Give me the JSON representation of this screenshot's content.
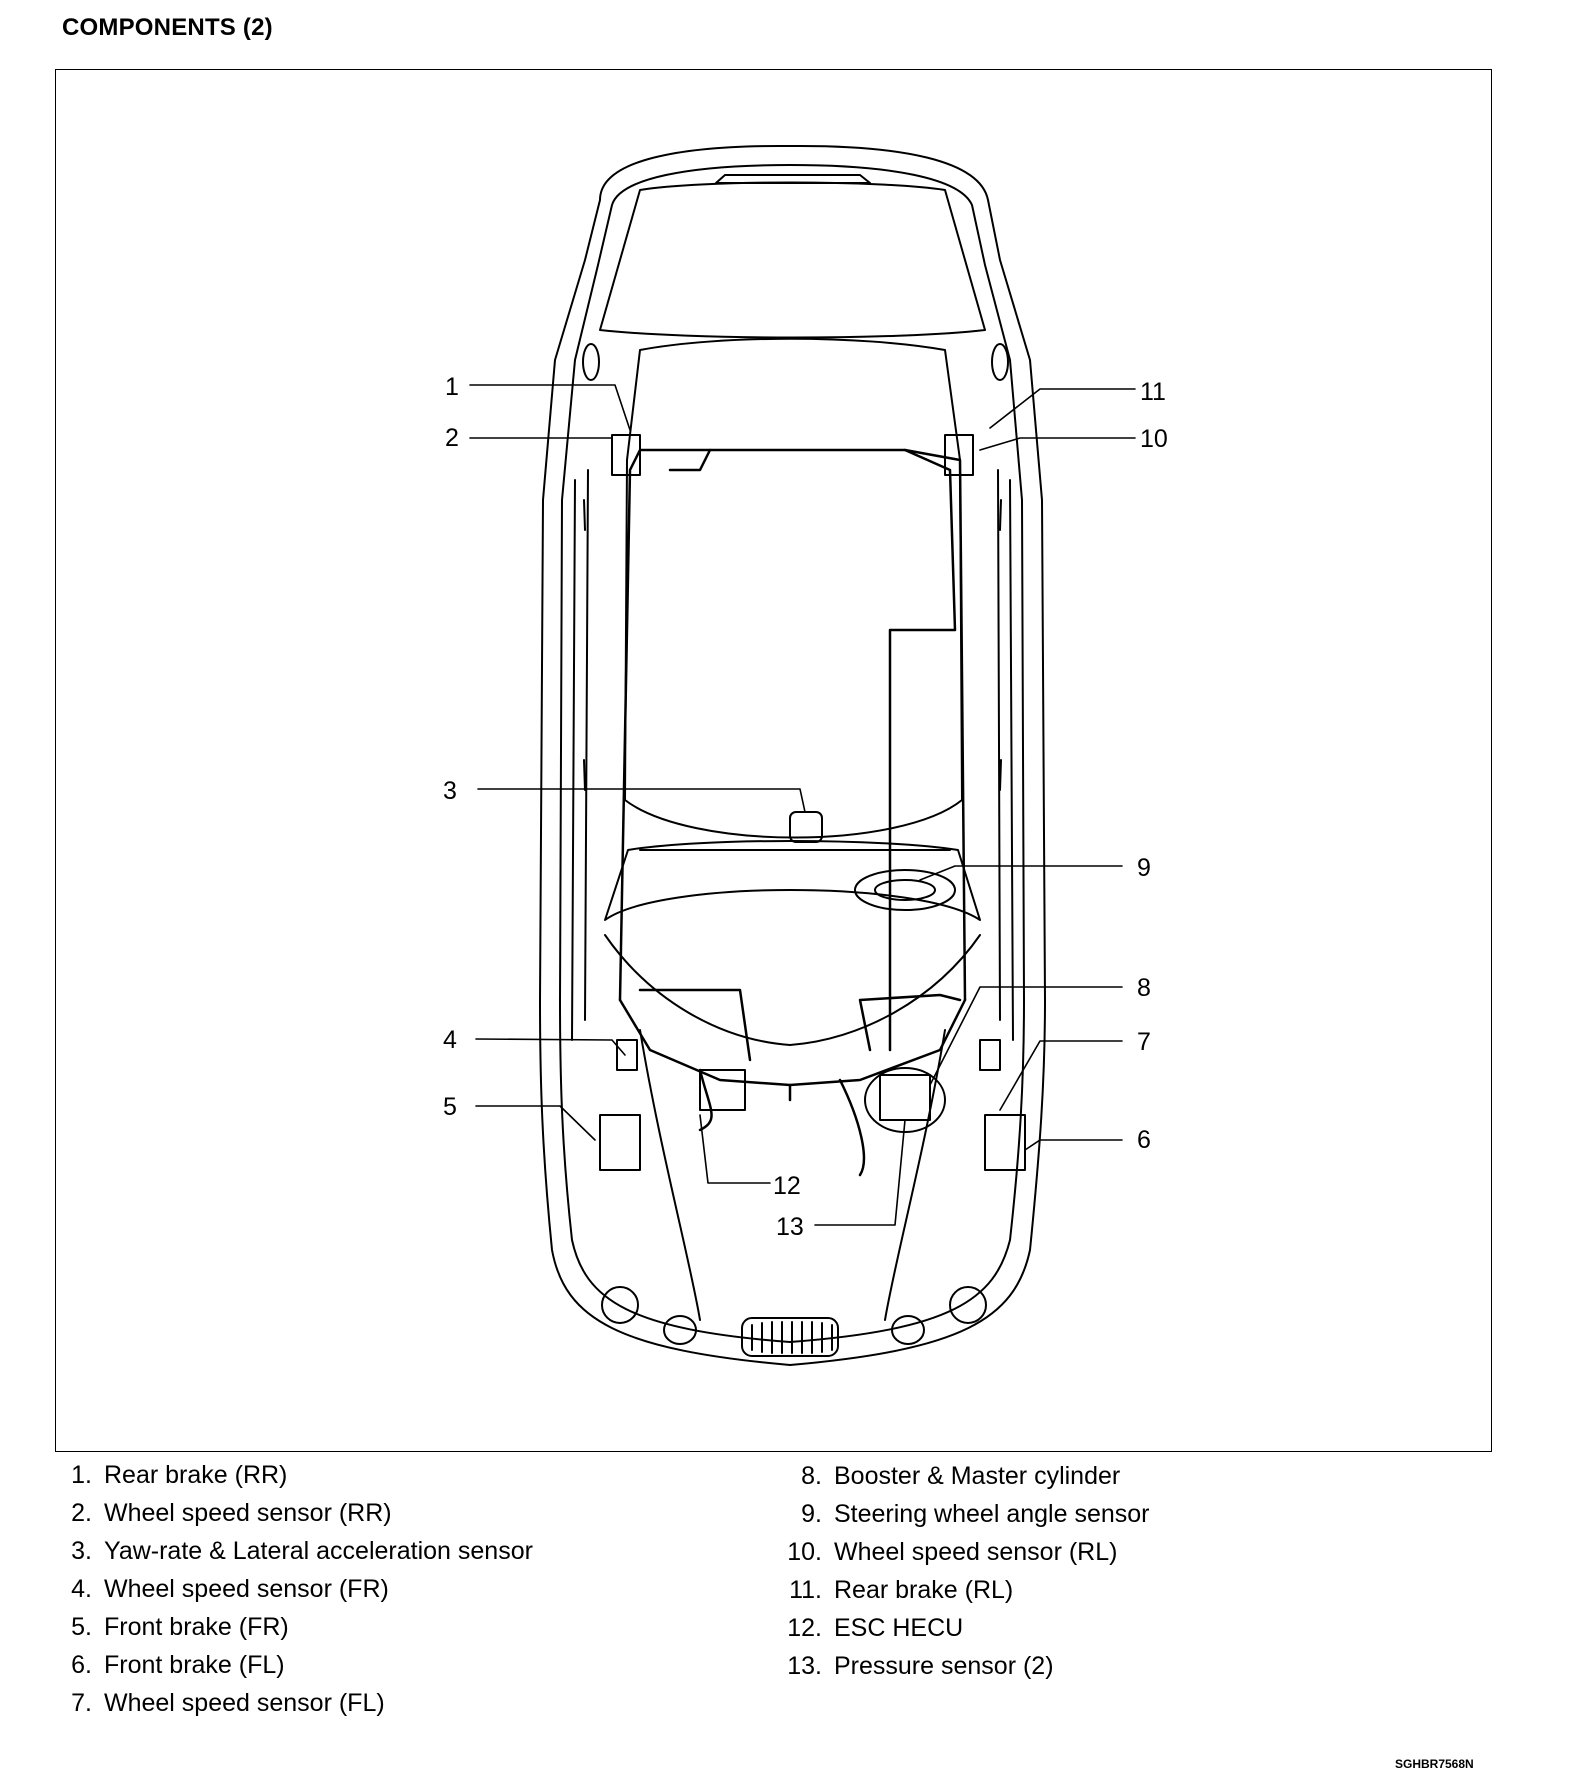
{
  "header": {
    "title": "COMPONENTS (2)"
  },
  "callouts": [
    "1",
    "2",
    "3",
    "4",
    "5",
    "6",
    "7",
    "8",
    "9",
    "10",
    "11",
    "12",
    "13"
  ],
  "legend": {
    "left": [
      {
        "num": "1.",
        "label": "Rear brake (RR)"
      },
      {
        "num": "2.",
        "label": "Wheel speed sensor (RR)"
      },
      {
        "num": "3.",
        "label": "Yaw-rate & Lateral acceleration sensor"
      },
      {
        "num": "4.",
        "label": "Wheel speed sensor (FR)"
      },
      {
        "num": "5.",
        "label": "Front brake (FR)"
      },
      {
        "num": "6.",
        "label": "Front brake (FL)"
      },
      {
        "num": "7.",
        "label": "Wheel speed sensor (FL)"
      }
    ],
    "right": [
      {
        "num": "8.",
        "label": "Booster & Master cylinder"
      },
      {
        "num": "9.",
        "label": "Steering wheel angle sensor"
      },
      {
        "num": "10.",
        "label": "Wheel speed sensor (RL)"
      },
      {
        "num": "11.",
        "label": "Rear brake (RL)"
      },
      {
        "num": "12.",
        "label": "ESC HECU"
      },
      {
        "num": "13.",
        "label": "Pressure sensor (2)"
      }
    ]
  },
  "footer": {
    "code": "SGHBR7568N"
  }
}
